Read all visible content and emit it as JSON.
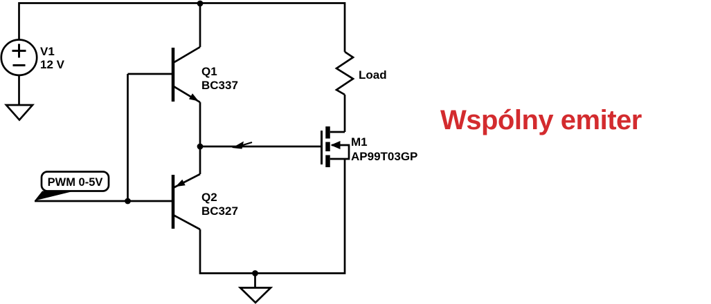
{
  "annotation": {
    "text": "Wspólny emiter"
  },
  "colors": {
    "wire": "#000000",
    "background": "#ffffff",
    "annotation": "#d32b2e"
  },
  "components": {
    "v1": {
      "ref": "V1",
      "value": "12 V"
    },
    "q1": {
      "ref": "Q1",
      "part": "BC337"
    },
    "q2": {
      "ref": "Q2",
      "part": "BC327"
    },
    "m1": {
      "ref": "M1",
      "part": "AP99T03GP"
    },
    "load": {
      "label": "Load"
    },
    "pwm": {
      "label": "PWM 0-5V"
    }
  }
}
